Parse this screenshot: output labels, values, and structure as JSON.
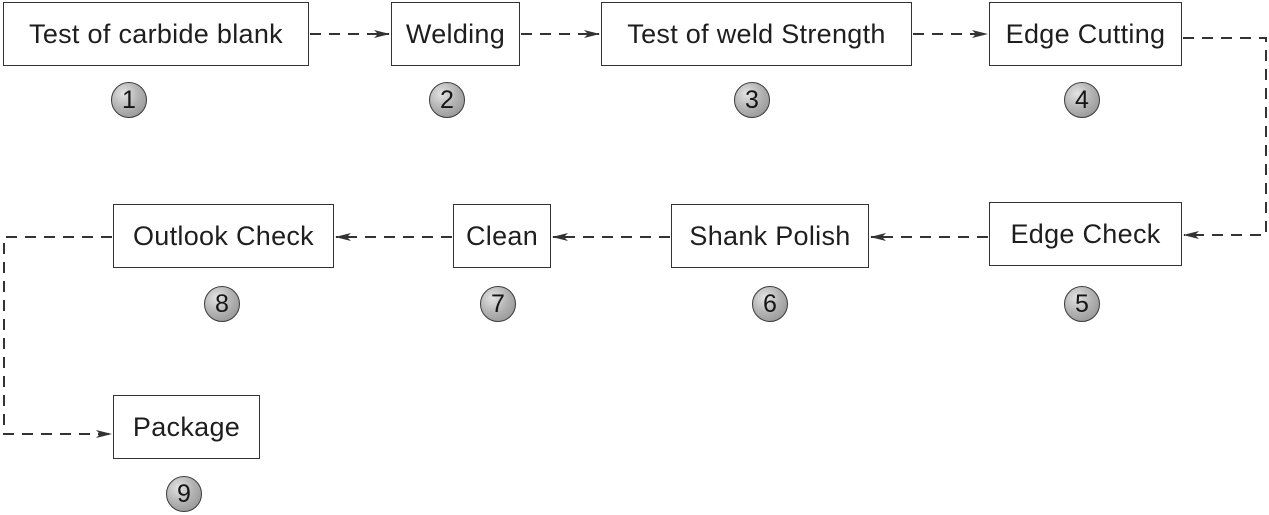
{
  "diagram": {
    "style": {
      "connector_color": "#333333",
      "box_border_color": "#333333",
      "badge_color": "#a8a8a8",
      "text_color": "#1e1e1e"
    },
    "connector_style": "dashed",
    "steps": [
      {
        "number": "1",
        "label": "Test of carbide blank"
      },
      {
        "number": "2",
        "label": "Welding"
      },
      {
        "number": "3",
        "label": "Test of weld Strength"
      },
      {
        "number": "4",
        "label": "Edge Cutting"
      },
      {
        "number": "5",
        "label": "Edge Check"
      },
      {
        "number": "6",
        "label": "Shank Polish"
      },
      {
        "number": "7",
        "label": "Clean"
      },
      {
        "number": "8",
        "label": "Outlook Check"
      },
      {
        "number": "9",
        "label": "Package"
      }
    ]
  }
}
